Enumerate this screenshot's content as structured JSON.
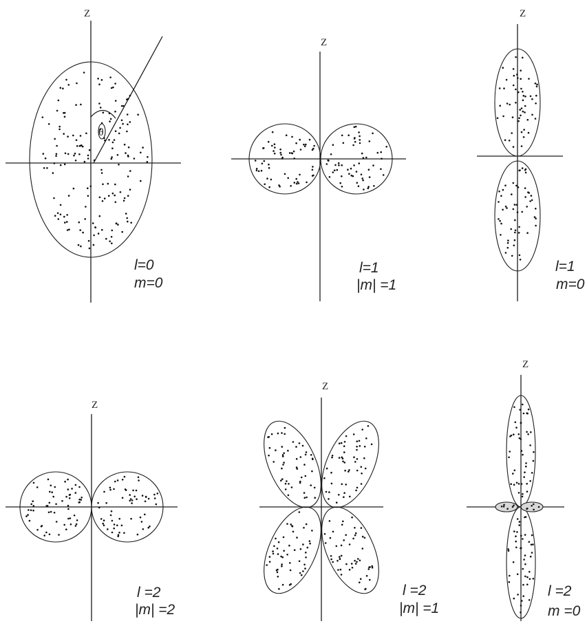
{
  "axis_label": "Z",
  "angle_symbol": "θ",
  "panels": [
    {
      "id": "l0-m0",
      "line1": "l=0",
      "line2": "m=0"
    },
    {
      "id": "l1-m1",
      "line1": "l=1",
      "line2": "|m| =1"
    },
    {
      "id": "l1-m0",
      "line1": "l=1",
      "line2": "m=0"
    },
    {
      "id": "l2-m2",
      "line1": "l =2",
      "line2": "|m| =2"
    },
    {
      "id": "l2-m1",
      "line1": "l =2",
      "line2": "|m| =1"
    },
    {
      "id": "l2-m0",
      "line1": "l =2",
      "line2": "m =0"
    }
  ]
}
